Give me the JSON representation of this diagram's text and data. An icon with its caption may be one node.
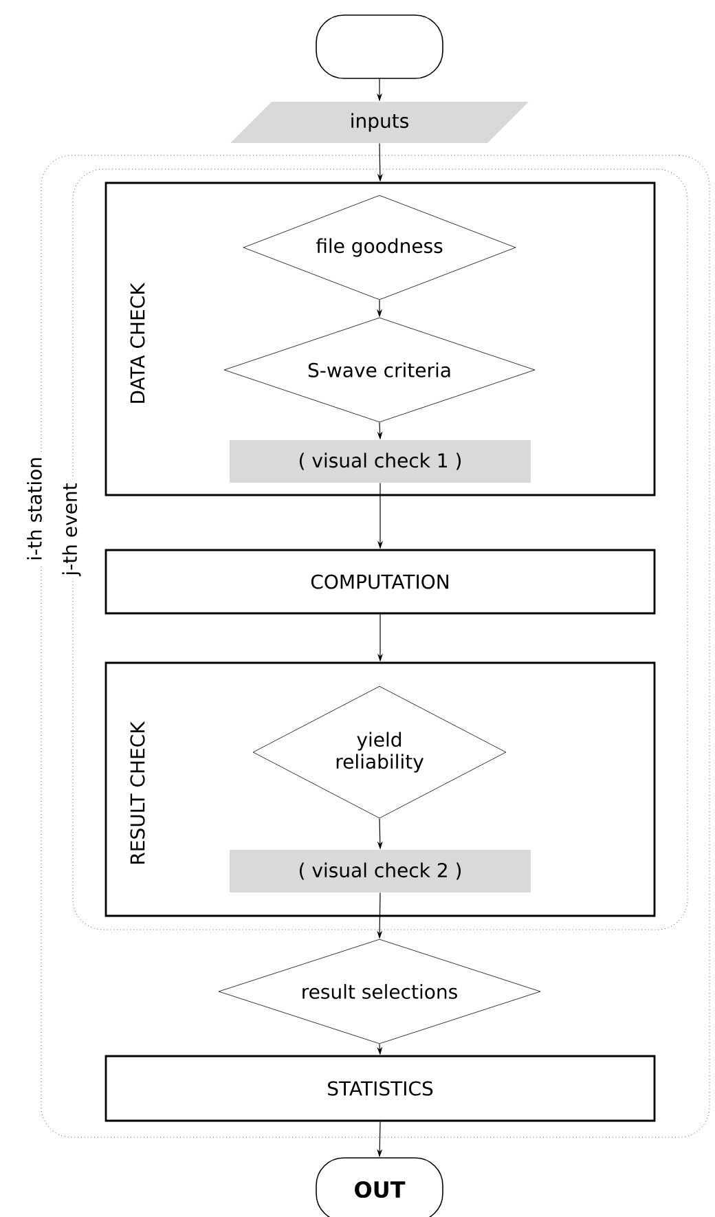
{
  "diagram": {
    "nodes": [
      {
        "text": [],
        "shape": "oval"
      },
      {
        "text": [
          "inputs"
        ]
      },
      {
        "text": [
          "i-th station"
        ]
      },
      {
        "text": [
          "j-th event"
        ],
        "in": 2
      },
      {
        "text": [
          "DATA CHECK"
        ],
        "in": 3
      },
      {
        "text": [
          "file goodness"
        ],
        "in": 4
      },
      {
        "text": [
          "S-wave criteria"
        ],
        "in": 4
      },
      {
        "text": [
          "( visual check 1 )"
        ],
        "in": 4
      },
      {
        "text": [
          "COMPUTATION"
        ],
        "in": 3
      },
      {
        "text": [
          "RESULT CHECK"
        ],
        "in": 3
      },
      {
        "text": [
          "yield reliability"
        ],
        "in": 9
      },
      {
        "text": [
          "( visual check 2 )"
        ],
        "in": 9
      },
      {
        "text": [
          "result selections"
        ],
        "in": 2
      },
      {
        "text": [
          "STATISTICS"
        ],
        "in": 2
      },
      {
        "text": [
          "OUT"
        ]
      }
    ],
    "edges": [
      {
        "from": 0,
        "to": 1,
        "arrow": "to"
      },
      {
        "from": 1,
        "to": 4,
        "arrow": "to"
      },
      {
        "from": 5,
        "to": 6,
        "arrow": "to"
      },
      {
        "from": 6,
        "to": 7,
        "arrow": "to"
      },
      {
        "from": 7,
        "to": 8,
        "arrow": "to"
      },
      {
        "from": 8,
        "to": 9,
        "arrow": "to"
      },
      {
        "from": 10,
        "to": 11,
        "arrow": "to"
      },
      {
        "from": 11,
        "to": 12,
        "arrow": "to"
      },
      {
        "from": 12,
        "to": 13,
        "arrow": "to"
      },
      {
        "from": 13,
        "to": 14,
        "arrow": "to"
      }
    ]
  }
}
